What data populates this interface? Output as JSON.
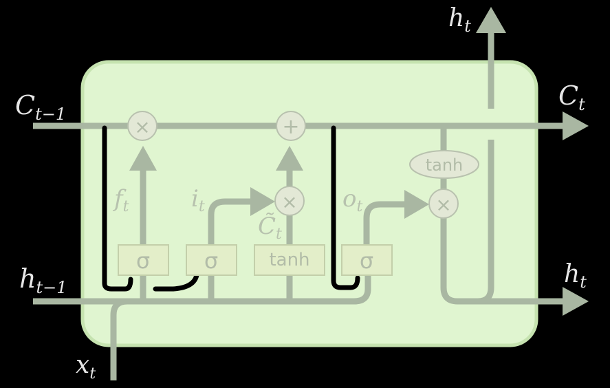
{
  "colors": {
    "background": "#000000",
    "cell_fill": "#e0f5d0",
    "cell_stroke": "#c6e3b0",
    "wire": "#a9b7a2",
    "gate_fill": "#e3eec9",
    "gate_stroke": "#c3cfaa",
    "op_fill": "#e3e8d6",
    "op_stroke": "#b8c1ae",
    "text_light": "#e6e6e6",
    "text_inner": "#b7c2ae",
    "peephole": "#000000"
  },
  "labels": {
    "c_prev": {
      "main": "C",
      "sub": "t−1"
    },
    "c_next": {
      "main": "C",
      "sub": "t"
    },
    "h_prev": {
      "main": "h",
      "sub": "t−1"
    },
    "h_out_top": {
      "main": "h",
      "sub": "t"
    },
    "h_out_right": {
      "main": "h",
      "sub": "t"
    },
    "x_in": {
      "main": "x",
      "sub": "t"
    },
    "forget_gate": {
      "main": "f",
      "sub": "t"
    },
    "input_gate": {
      "main": "i",
      "sub": "t"
    },
    "candidate": {
      "main": "C̃",
      "sub": "t"
    },
    "output_gate": {
      "main": "o",
      "sub": "t"
    }
  },
  "ops": {
    "forget_multiply": "×",
    "cell_add": "+",
    "input_multiply": "×",
    "output_multiply": "×",
    "cell_tanh": "tanh"
  },
  "gates": {
    "forget": "σ",
    "input": "σ",
    "candidate": "tanh",
    "output": "σ"
  }
}
